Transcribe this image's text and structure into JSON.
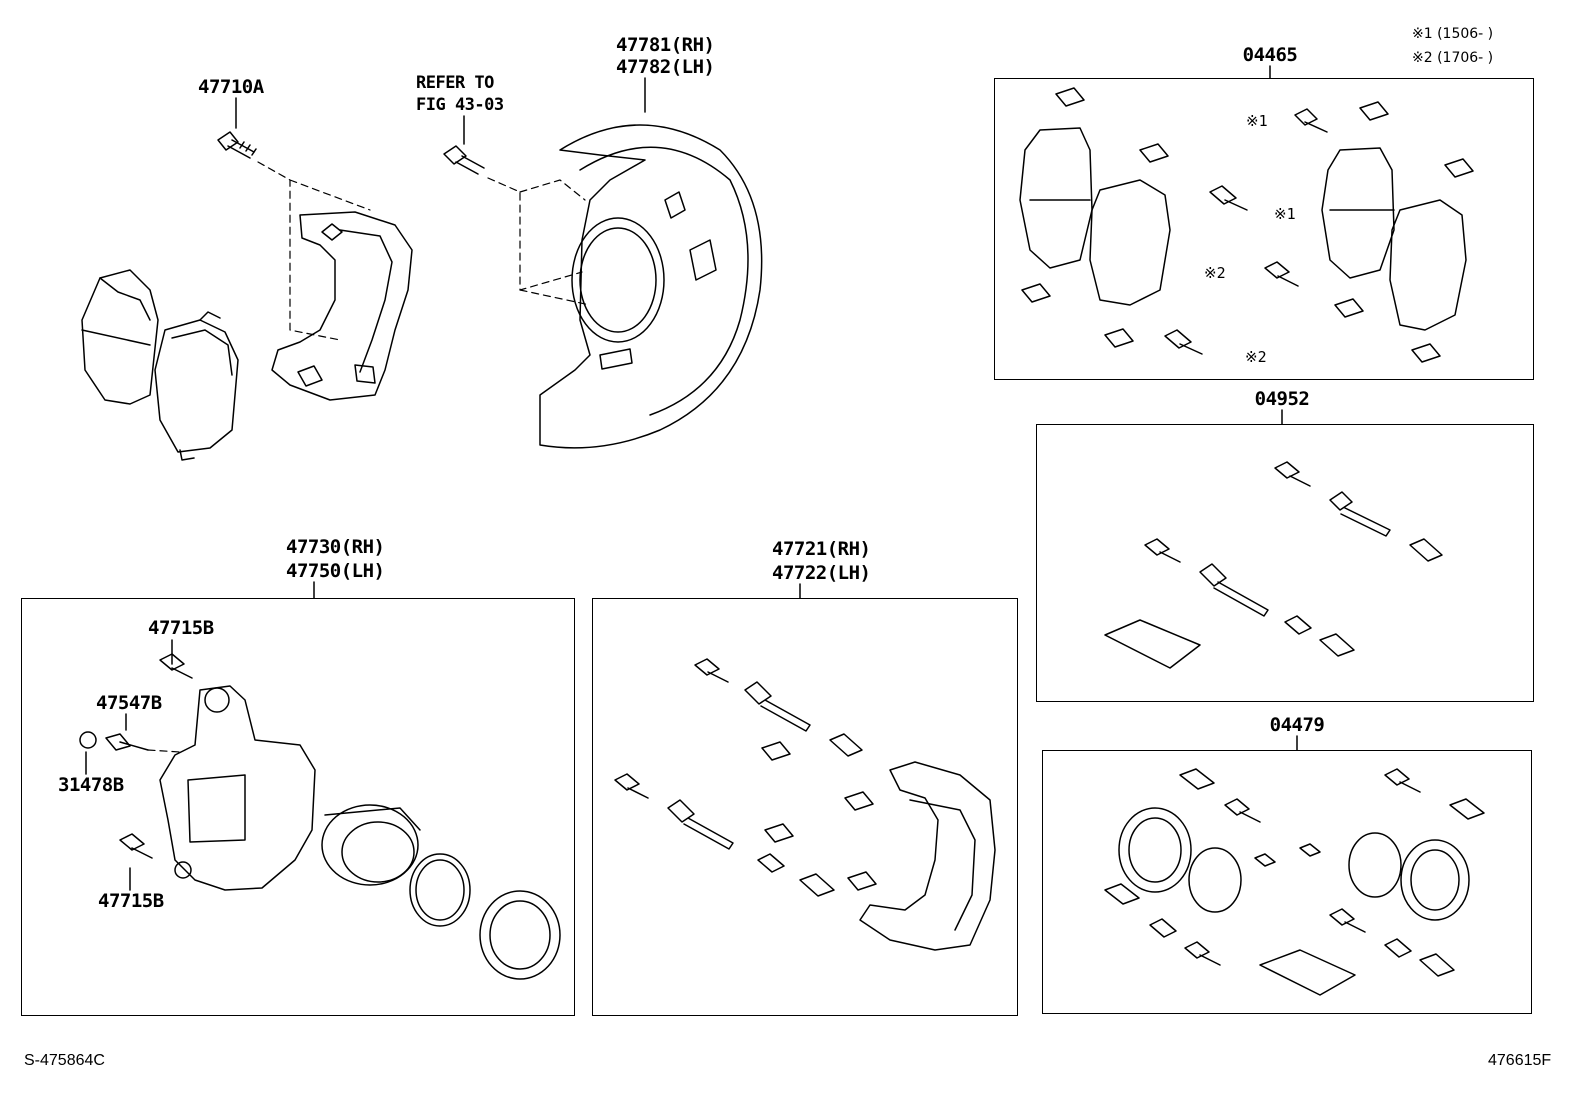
{
  "notes": {
    "n1": "※1 (1506-    )",
    "n2": "※2 (1706-    )"
  },
  "labels": {
    "p47710A": "47710A",
    "refer_line1": "REFER TO",
    "refer_line2": "FIG 43-03",
    "p47781": "47781(RH)",
    "p47782": "47782(LH)",
    "p04465": "04465",
    "p04952": "04952",
    "p04479": "04479",
    "p47730": "47730(RH)",
    "p47750": "47750(LH)",
    "p47721": "47721(RH)",
    "p47722": "47722(LH)",
    "p47715B_top": "47715B",
    "p47547B": "47547B",
    "p31478B": "31478B",
    "p47715B_bottom": "47715B",
    "mark1a": "※1",
    "mark1b": "※1",
    "mark2a": "※2",
    "mark2b": "※2"
  },
  "footer": {
    "left": "S-475864C",
    "right": "476615F"
  }
}
